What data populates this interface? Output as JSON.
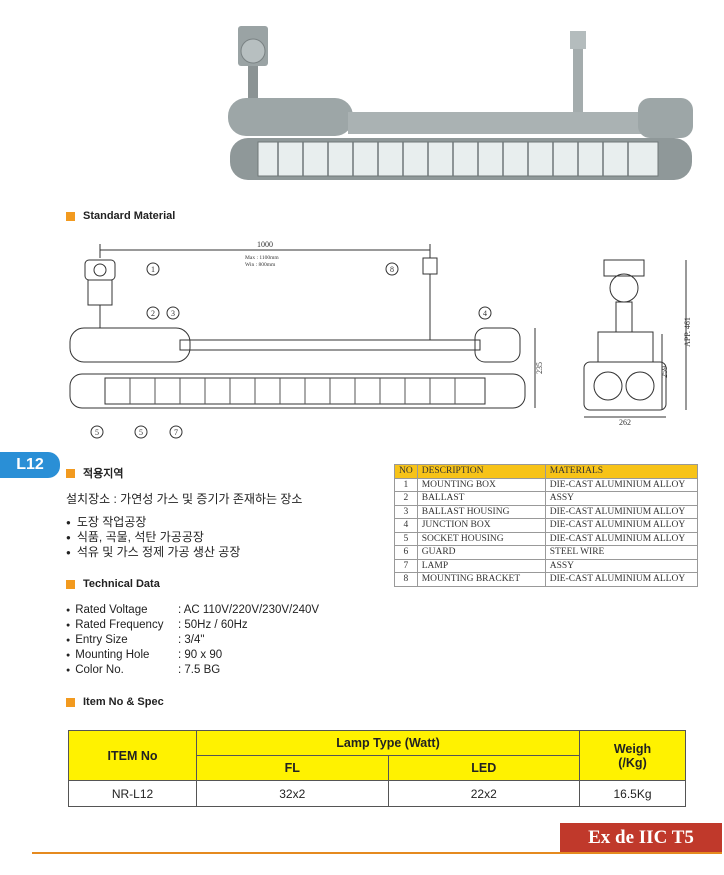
{
  "colors": {
    "accent": "#f29a1f",
    "tab": "#2a8fd6",
    "table_head": "#f7c318",
    "spec_head": "#fff200",
    "badge": "#c0392b"
  },
  "sections": {
    "standard_material": "Standard Material",
    "application": "적용지역",
    "technical": "Technical Data",
    "item_spec": "Item No & Spec"
  },
  "tab_label": "L12",
  "drawing": {
    "dim_1000": "1000",
    "dim_max": "Max : 1100mm",
    "dim_min": "Win : 800mm",
    "dim_235": "235",
    "dim_259": "259",
    "dim_461": "APP. 461",
    "dim_262": "262",
    "callouts": [
      "1",
      "2",
      "3",
      "4",
      "5",
      "5",
      "7",
      "8"
    ]
  },
  "application": {
    "location": "설치장소 : 가연성 가스 및 증기가 존재하는 장소",
    "items": [
      "도장 작업공장",
      "식품, 곡물, 석탄 가공공장",
      "석유 및 가스 정제 가공 생산 공장"
    ]
  },
  "technical": [
    {
      "k": "Rated Voltage",
      "v": ": AC 110V/220V/230V/240V"
    },
    {
      "k": "Rated Frequency",
      "v": ": 50Hz / 60Hz"
    },
    {
      "k": "Entry Size",
      "v": ": 3/4\""
    },
    {
      "k": "Mounting Hole",
      "v": ": 90 x 90"
    },
    {
      "k": "Color No.",
      "v": ": 7.5 BG"
    }
  ],
  "materials": {
    "headers": [
      "NO",
      "DESCRIPTION",
      "MATERIALS"
    ],
    "rows": [
      [
        "1",
        "MOUNTING BOX",
        "DIE-CAST ALUMINIUM ALLOY"
      ],
      [
        "2",
        "BALLAST",
        "ASSY"
      ],
      [
        "3",
        "BALLAST HOUSING",
        "DIE-CAST ALUMINIUM ALLOY"
      ],
      [
        "4",
        "JUNCTION BOX",
        "DIE-CAST ALUMINIUM ALLOY"
      ],
      [
        "5",
        "SOCKET HOUSING",
        "DIE-CAST ALUMINIUM ALLOY"
      ],
      [
        "6",
        "GUARD",
        "STEEL WIRE"
      ],
      [
        "7",
        "LAMP",
        "ASSY"
      ],
      [
        "8",
        "MOUNTING BRACKET",
        "DIE-CAST ALUMINIUM ALLOY"
      ]
    ]
  },
  "spec": {
    "item_no": "ITEM No",
    "lamp_type": "Lamp Type (Watt)",
    "weight": "Weigh",
    "weight_unit": "(/Kg)",
    "fl": "FL",
    "led": "LED",
    "row": {
      "item": "NR-L12",
      "fl": "32x2",
      "led": "22x2",
      "weight": "16.5Kg"
    }
  },
  "badge": "Ex  de IIC T5"
}
